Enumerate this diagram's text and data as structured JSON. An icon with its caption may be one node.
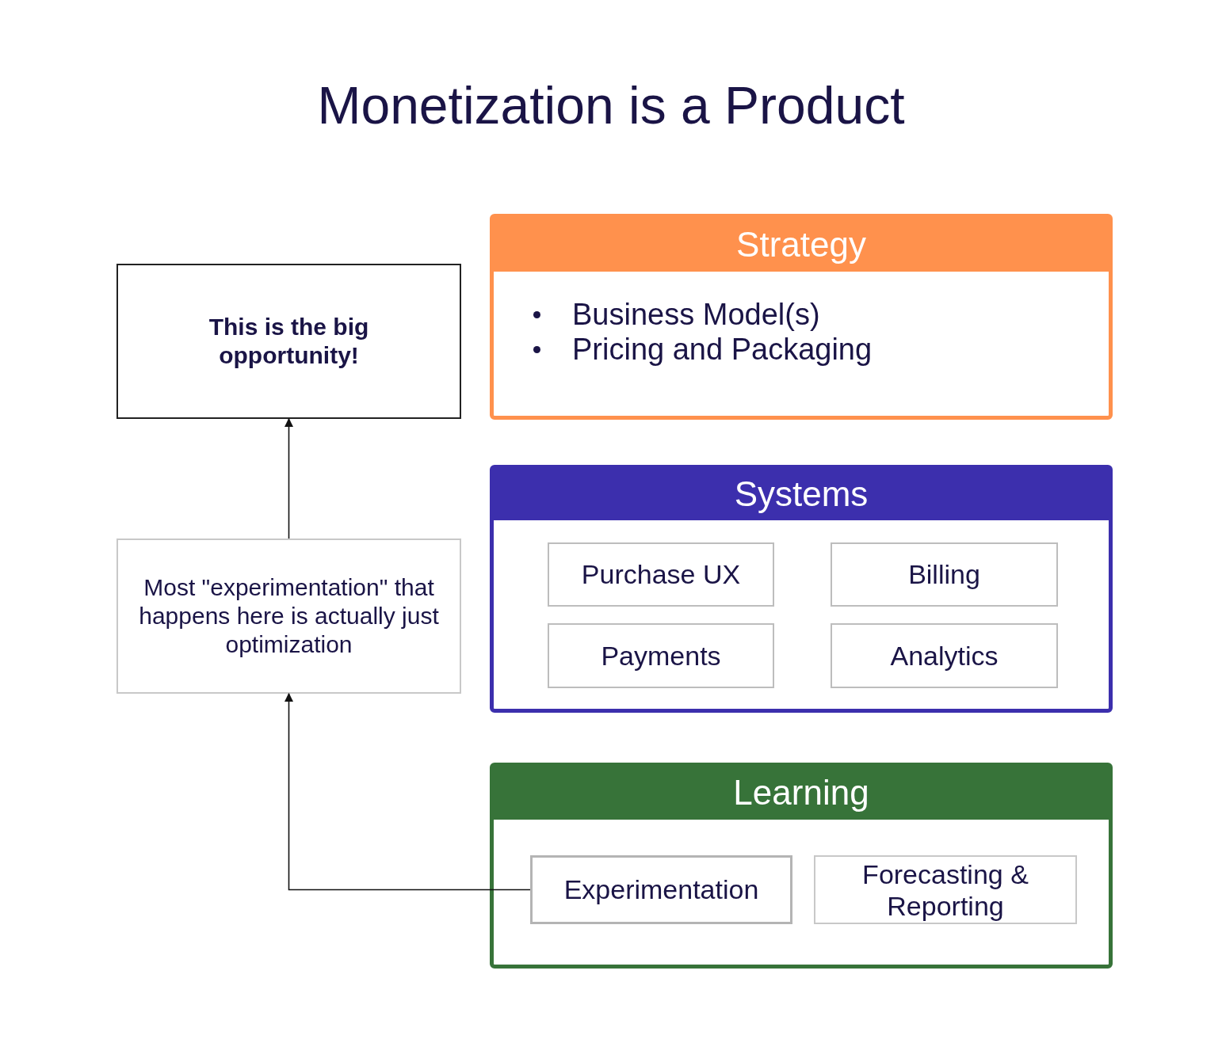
{
  "diagram": {
    "title": "Monetization is a Product",
    "nodes": [
      {
        "text": [
          "This is the big opportunity!"
        ]
      },
      {
        "text": [
          "Strategy",
          "Business Model(s)",
          "Pricing and Packaging"
        ]
      },
      {
        "text": [
          "Most \"experimentation\" that happens here is actually just optimization"
        ]
      },
      {
        "text": [
          "Systems"
        ]
      },
      {
        "text": [
          "Purchase UX"
        ],
        "in": 3
      },
      {
        "text": [
          "Billing"
        ],
        "in": 3
      },
      {
        "text": [
          "Payments"
        ],
        "in": 3
      },
      {
        "text": [
          "Analytics"
        ],
        "in": 3
      },
      {
        "text": [
          "Learning"
        ]
      },
      {
        "text": [
          "Experimentation"
        ],
        "in": 8
      },
      {
        "text": [
          "Forecasting & Reporting"
        ],
        "in": 8
      }
    ],
    "edges": [
      {
        "from": 2,
        "to": 0,
        "arrow": "to"
      },
      {
        "from": 9,
        "to": 2,
        "arrow": "to"
      }
    ]
  }
}
